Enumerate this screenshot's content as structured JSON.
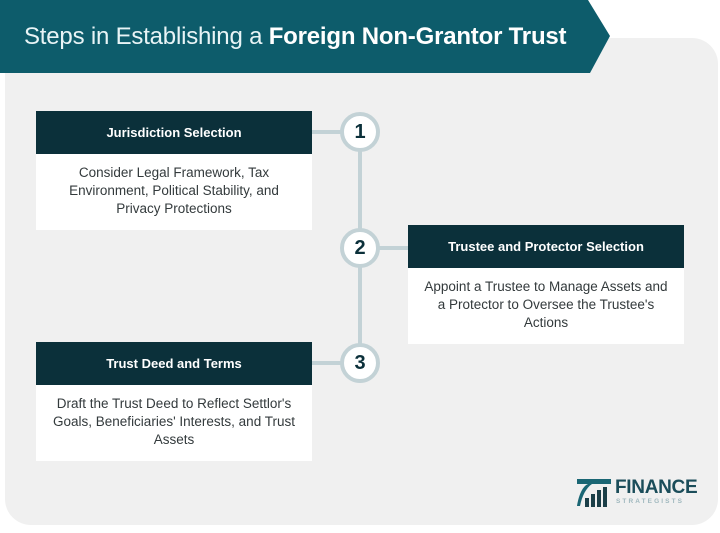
{
  "header": {
    "title_regular": "Steps in Establishing a ",
    "title_bold": "Foreign Non-Grantor Trust",
    "banner_color": "#0d5c6b"
  },
  "steps": [
    {
      "number": "1",
      "title": "Jurisdiction Selection",
      "description": "Consider Legal Framework, Tax Environment, Political Stability, and Privacy Protections"
    },
    {
      "number": "2",
      "title": "Trustee and Protector Selection",
      "description": "Appoint a Trustee to Manage Assets and a Protector to Oversee the Trustee's Actions"
    },
    {
      "number": "3",
      "title": "Trust Deed and Terms",
      "description": "Draft the Trust Deed to Reflect Settlor's Goals, Beneficiaries' Interests, and Trust Assets"
    }
  ],
  "colors": {
    "card_header": "#0b303a",
    "connector": "#c3d2d6",
    "panel_bg": "#f0f0f0"
  },
  "logo": {
    "icon": "finance-strategists-logo-icon",
    "word": "FINANCE",
    "sub": "STRATEGISTS"
  }
}
